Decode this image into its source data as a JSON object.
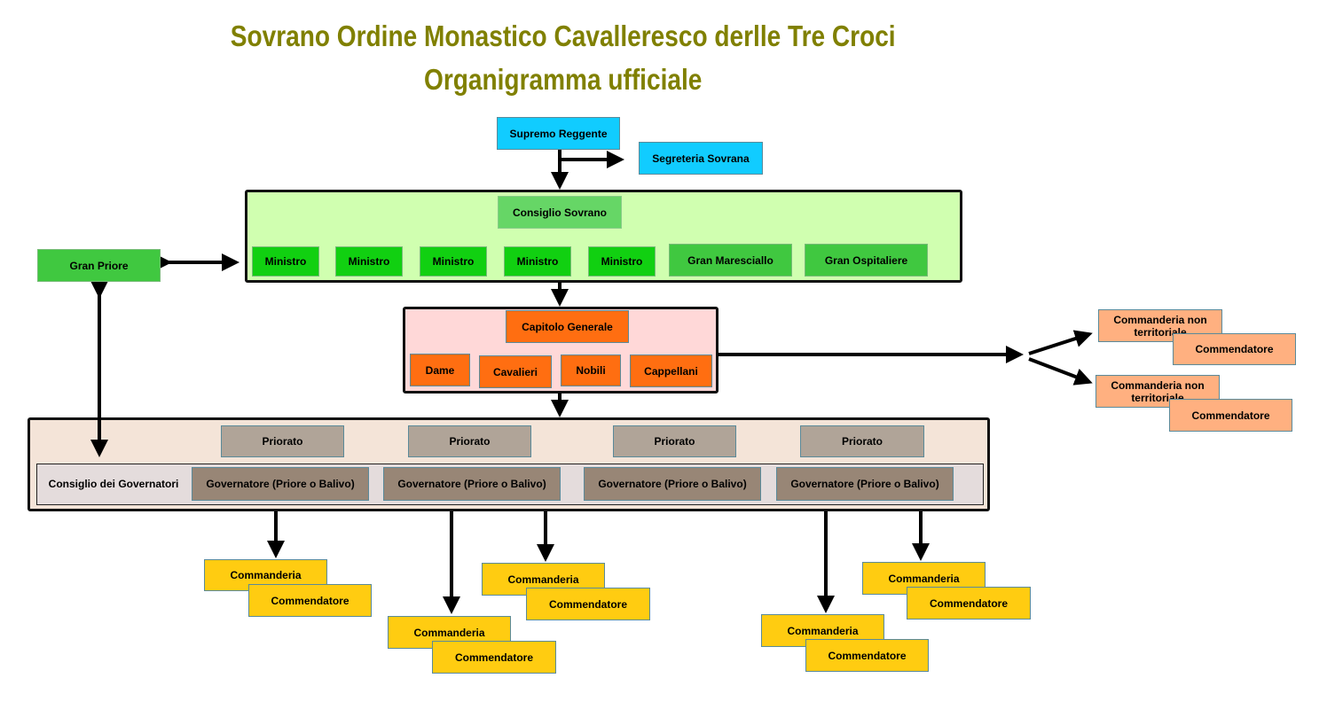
{
  "title": {
    "line1": "Sovrano Ordine Monastico Cavalleresco derlle Tre Croci",
    "line2": "Organigramma ufficiale"
  },
  "top": {
    "supremo": "Supremo Reggente",
    "segreteria": "Segreteria Sovrana"
  },
  "consiglio": {
    "title": "Consiglio Sovrano",
    "ministri": [
      "Ministro",
      "Ministro",
      "Ministro",
      "Ministro",
      "Ministro"
    ],
    "maresciallo": "Gran Maresciallo",
    "ospitaliere": "Gran Ospitaliere"
  },
  "gran_priore": "Gran Priore",
  "capitolo": {
    "title": "Capitolo Generale",
    "members": [
      "Dame",
      "Cavalieri",
      "Nobili",
      "Cappellani"
    ]
  },
  "priorati": [
    "Priorato",
    "Priorato",
    "Priorato",
    "Priorato"
  ],
  "governatori": {
    "label": "Consiglio dei Governatori",
    "items": [
      "Governatore (Priore o Balivo)",
      "Governatore (Priore o Balivo)",
      "Governatore (Priore o Balivo)",
      "Governatore (Priore o Balivo)"
    ]
  },
  "non_territoriali": [
    {
      "commanderia": "Commanderia non territoriale",
      "commendatore": "Commendatore"
    },
    {
      "commanderia": "Commanderia non territoriale",
      "commendatore": "Commendatore"
    }
  ],
  "commanderie": [
    {
      "commanderia": "Commanderia",
      "commendatore": "Commendatore"
    },
    {
      "commanderia": "Commanderia",
      "commendatore": "Commendatore"
    },
    {
      "commanderia": "Commanderia",
      "commendatore": "Commendatore"
    },
    {
      "commanderia": "Commanderia",
      "commendatore": "Commendatore"
    },
    {
      "commanderia": "Commanderia",
      "commendatore": "Commendatore"
    }
  ],
  "colors": {
    "title": "#808000",
    "cyan": "#11ccff",
    "green": "#11d011",
    "orange": "#ff6e11",
    "yellow": "#ffcc11"
  }
}
